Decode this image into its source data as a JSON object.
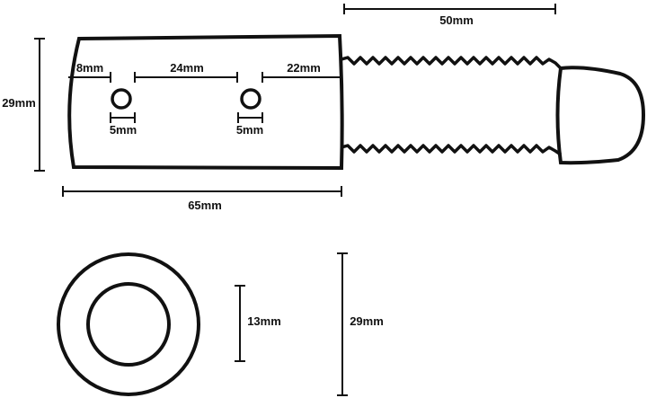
{
  "drawing": {
    "ink_color": "#111111",
    "background": "#ffffff",
    "side_view": {
      "overall_length_label": "65mm",
      "height_label": "29mm",
      "thread_length_label": "50mm",
      "hole_offset_label": "8mm",
      "hole_spacing_label": "24mm",
      "end_offset_label": "22mm",
      "hole1_diameter_label": "5mm",
      "hole2_diameter_label": "5mm"
    },
    "end_view": {
      "inner_diameter_label": "13mm",
      "outer_diameter_label": "29mm"
    }
  }
}
